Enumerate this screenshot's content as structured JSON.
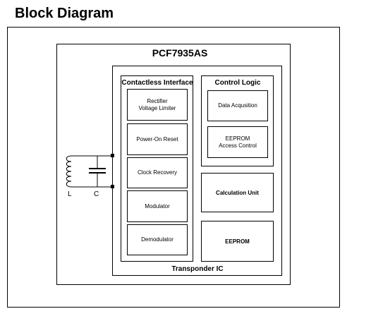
{
  "heading": "Block Diagram",
  "chip": {
    "name": "PCF7935AS",
    "transponder_label": "Transponder IC"
  },
  "contactless_interface": {
    "title": "Contactless Interface",
    "blocks": [
      {
        "line1": "Rectifier",
        "line2": "Voltage Limiter"
      },
      {
        "line1": "Power-On Reset",
        "line2": ""
      },
      {
        "line1": "Clock Recovery",
        "line2": ""
      },
      {
        "line1": "Modulator",
        "line2": ""
      },
      {
        "line1": "Demodulator",
        "line2": ""
      }
    ]
  },
  "control_logic": {
    "title": "Control Logic",
    "blocks": [
      {
        "line1": "Data Acqusition",
        "line2": ""
      },
      {
        "line1": "EEPROM",
        "line2": "Access Control"
      }
    ]
  },
  "calculation_unit": "Calculation Unit",
  "eeprom": "EEPROM",
  "external": {
    "inductor_label": "L",
    "capacitor_label": "C"
  }
}
